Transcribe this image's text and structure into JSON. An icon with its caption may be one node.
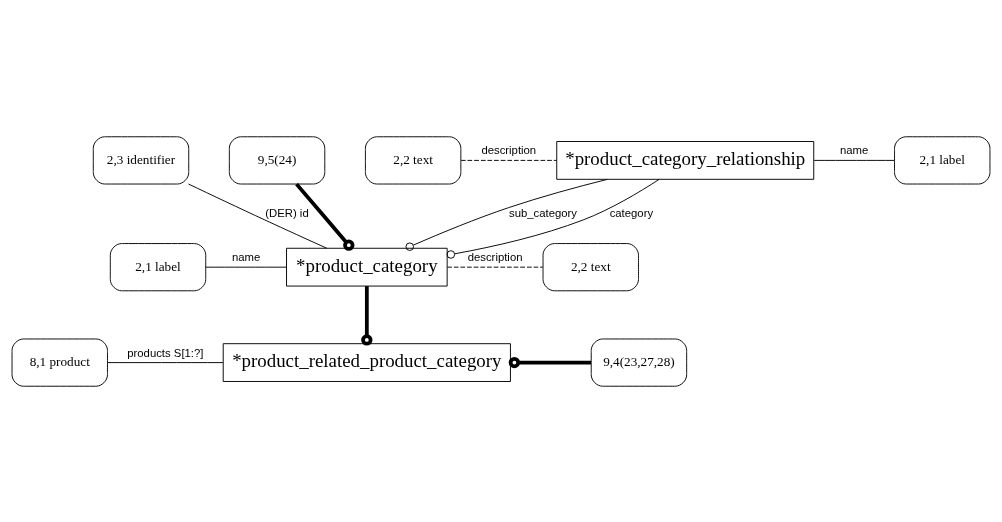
{
  "diagram": {
    "nodes": [
      {
        "text": [
          "*product_category_relationship"
        ]
      },
      {
        "text": [
          "2,2 text"
        ]
      },
      {
        "text": [
          "2,1 label"
        ]
      },
      {
        "text": [
          "2,3 identifier"
        ]
      },
      {
        "text": [
          "9,5(24)"
        ]
      },
      {
        "text": [
          "2,1 label"
        ]
      },
      {
        "text": [
          "*product_category"
        ]
      },
      {
        "text": [
          "2,2 text"
        ]
      },
      {
        "text": [
          "8,1 product"
        ]
      },
      {
        "text": [
          "*product_related_product_category"
        ]
      },
      {
        "text": [
          "9,4(23,27,28)"
        ]
      }
    ],
    "edges": [
      {
        "from": 1,
        "to": 0,
        "arrow": "none",
        "label": "description",
        "style": "dashed"
      },
      {
        "from": 0,
        "to": 2,
        "arrow": "none",
        "label": "name"
      },
      {
        "from": 0,
        "to": 6,
        "arrow": "other",
        "label": "sub_category"
      },
      {
        "from": 0,
        "to": 6,
        "arrow": "other",
        "label": "category"
      },
      {
        "from": 3,
        "to": 6,
        "arrow": "none",
        "label": "(DER) id"
      },
      {
        "from": 4,
        "to": 6,
        "arrow": "other",
        "style": "thick"
      },
      {
        "from": 5,
        "to": 6,
        "arrow": "none",
        "label": "name"
      },
      {
        "from": 6,
        "to": 7,
        "arrow": "none",
        "label": "description",
        "style": "dashed"
      },
      {
        "from": 6,
        "to": 9,
        "arrow": "other",
        "style": "thick"
      },
      {
        "from": 8,
        "to": 9,
        "arrow": "none",
        "label": "products S[1:?]"
      },
      {
        "from": 10,
        "to": 9,
        "arrow": "other",
        "style": "thick"
      }
    ]
  }
}
